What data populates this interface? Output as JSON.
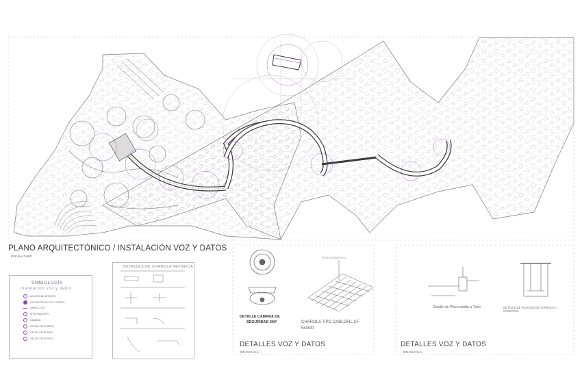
{
  "plan": {
    "title": "PLANO ARQUITECTÓNICO / INSTALACIÓN VOZ Y DATOS",
    "scale": "ESCALA 1:600"
  },
  "legend": {
    "title": "SIMBOLOGÍA",
    "subtitle": "instalación voz y datos",
    "items": [
      "ACCESS BLUETOOTH",
      "CONTACTO DE VOZ Y DATOS",
      "LÍNEA COTA",
      "SITE PARA WIFI",
      "CÁMARA",
      "SALIDA TELEVISIÓN",
      "SALIDA TELÉFONO",
      "SALIDA TELÉFONO"
    ]
  },
  "charola": {
    "title": "DETALLES DE CHAROLA METÁLICA"
  },
  "details_mid": {
    "camera_caption_1": "DETALLE CÁMARA DE",
    "camera_caption_2": "SEGURIDAD 360°",
    "charola_caption_1": "CHAROLA TIPO CABLOFIL CF",
    "charola_caption_2": "54/300",
    "top_note": "VISTA EN ISOMÉTRICO",
    "title": "DETALLES VOZ Y DATOS",
    "scale": "SIN ESCALA"
  },
  "details_right": {
    "placa_caption": "Detalle de Placa salida a Tubo",
    "charola_caption": "DETALLE DE FIJACIÓN DE CHAROLA A CANCANAL",
    "title": "DETALLES VOZ Y DATOS",
    "scale": "SIN ESCALA"
  },
  "colors": {
    "line": "#9a9a9a",
    "purple": "#8b3fbf",
    "dark": "#3a3a3a"
  }
}
